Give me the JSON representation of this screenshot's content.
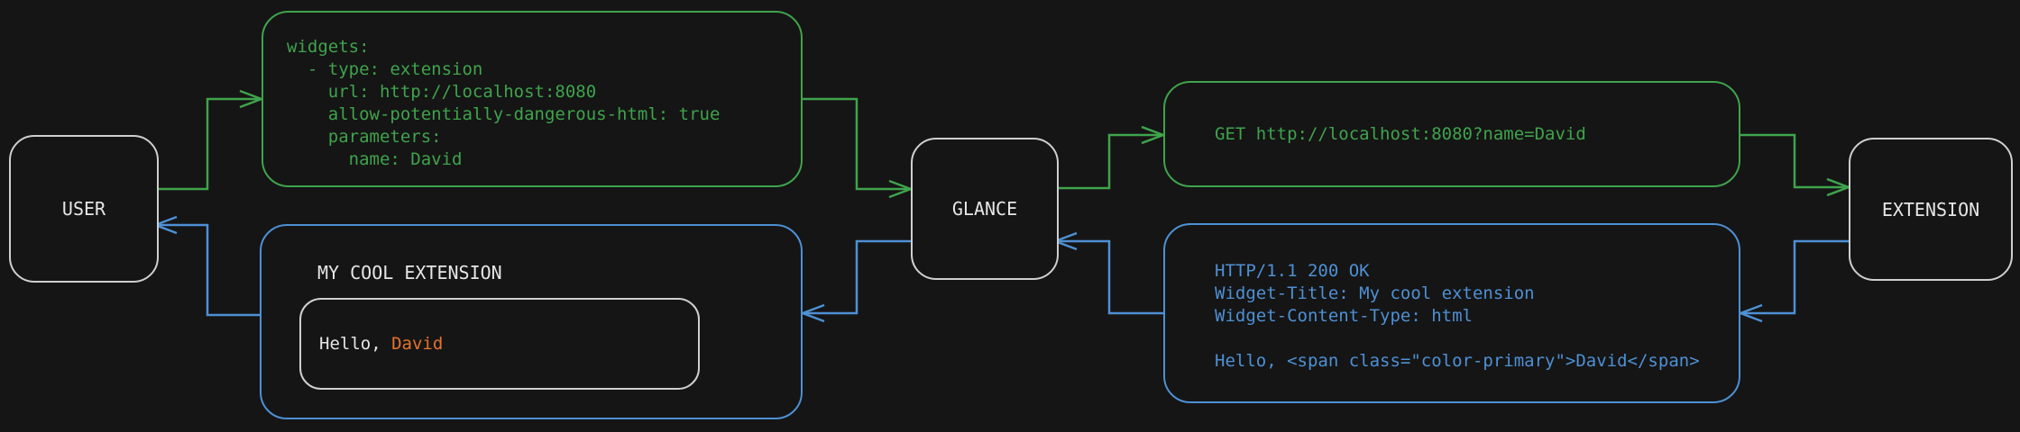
{
  "diagram": {
    "nodes": {
      "user": {
        "label": "USER"
      },
      "glance": {
        "label": "GLANCE"
      },
      "extension": {
        "label": "EXTENSION"
      }
    },
    "config_box": {
      "lines": [
        "widgets:",
        "  - type: extension",
        "    url: http://localhost:8080",
        "    allow-potentially-dangerous-html: true",
        "    parameters:",
        "      name: David"
      ]
    },
    "request_box": {
      "line": "GET http://localhost:8080?name=David"
    },
    "response_box": {
      "lines": [
        "HTTP/1.1 200 OK",
        "Widget-Title: My cool extension",
        "Widget-Content-Type: html"
      ],
      "body_line": "Hello, <span class=\"color-primary\">David</span>"
    },
    "rendered_box": {
      "title": "MY COOL EXTENSION",
      "greeting_prefix": "Hello, ",
      "greeting_name": "David"
    },
    "colors": {
      "background": "#151515",
      "request_green": "#3fa34c",
      "response_blue": "#4e90d4",
      "primary_orange": "#e5722f",
      "node_border": "#cfcfcf",
      "text": "#e6e6e6"
    }
  }
}
